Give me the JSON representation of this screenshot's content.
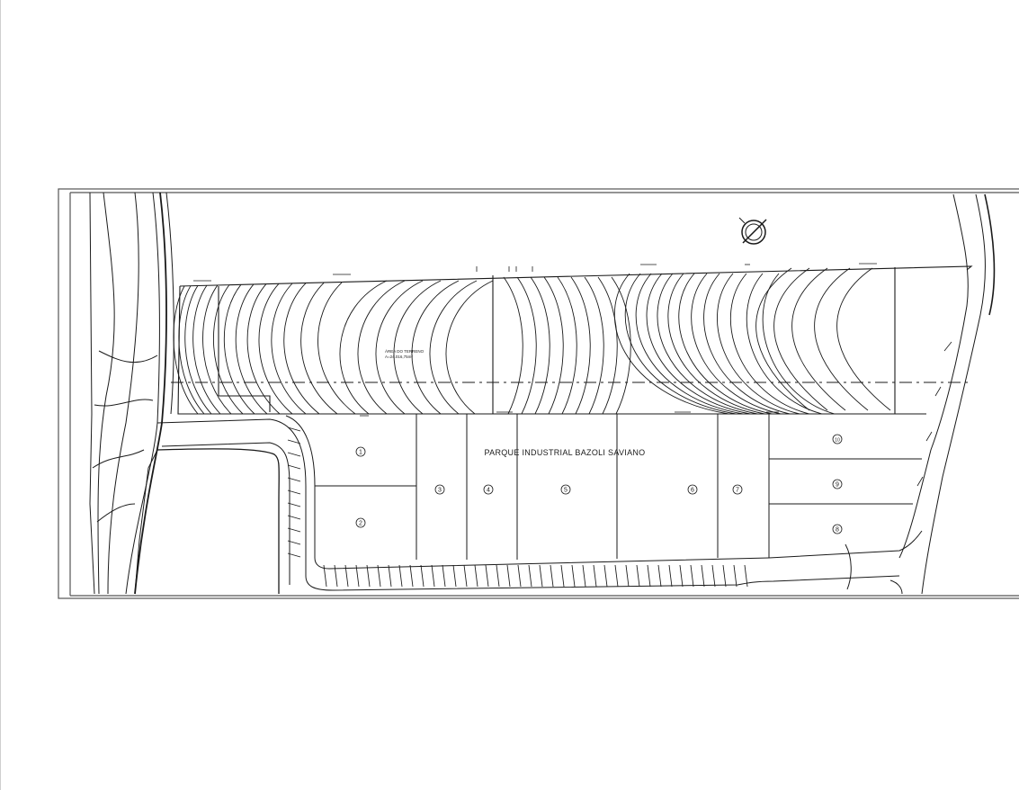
{
  "title": "PARQUE INDUSTRIAL BAZOLI SAVIANO",
  "area_label": "ÁREA DO TERRENO",
  "area_value": "A=24.016,75m²",
  "lot_numbers": [
    "1",
    "2",
    "3",
    "4",
    "5",
    "6",
    "7",
    "8",
    "9",
    "10"
  ],
  "colors": {
    "ink": "#1a1a1a",
    "frame": "#555555",
    "background": "#ffffff"
  },
  "icons": [
    "north-arrow-icon"
  ]
}
